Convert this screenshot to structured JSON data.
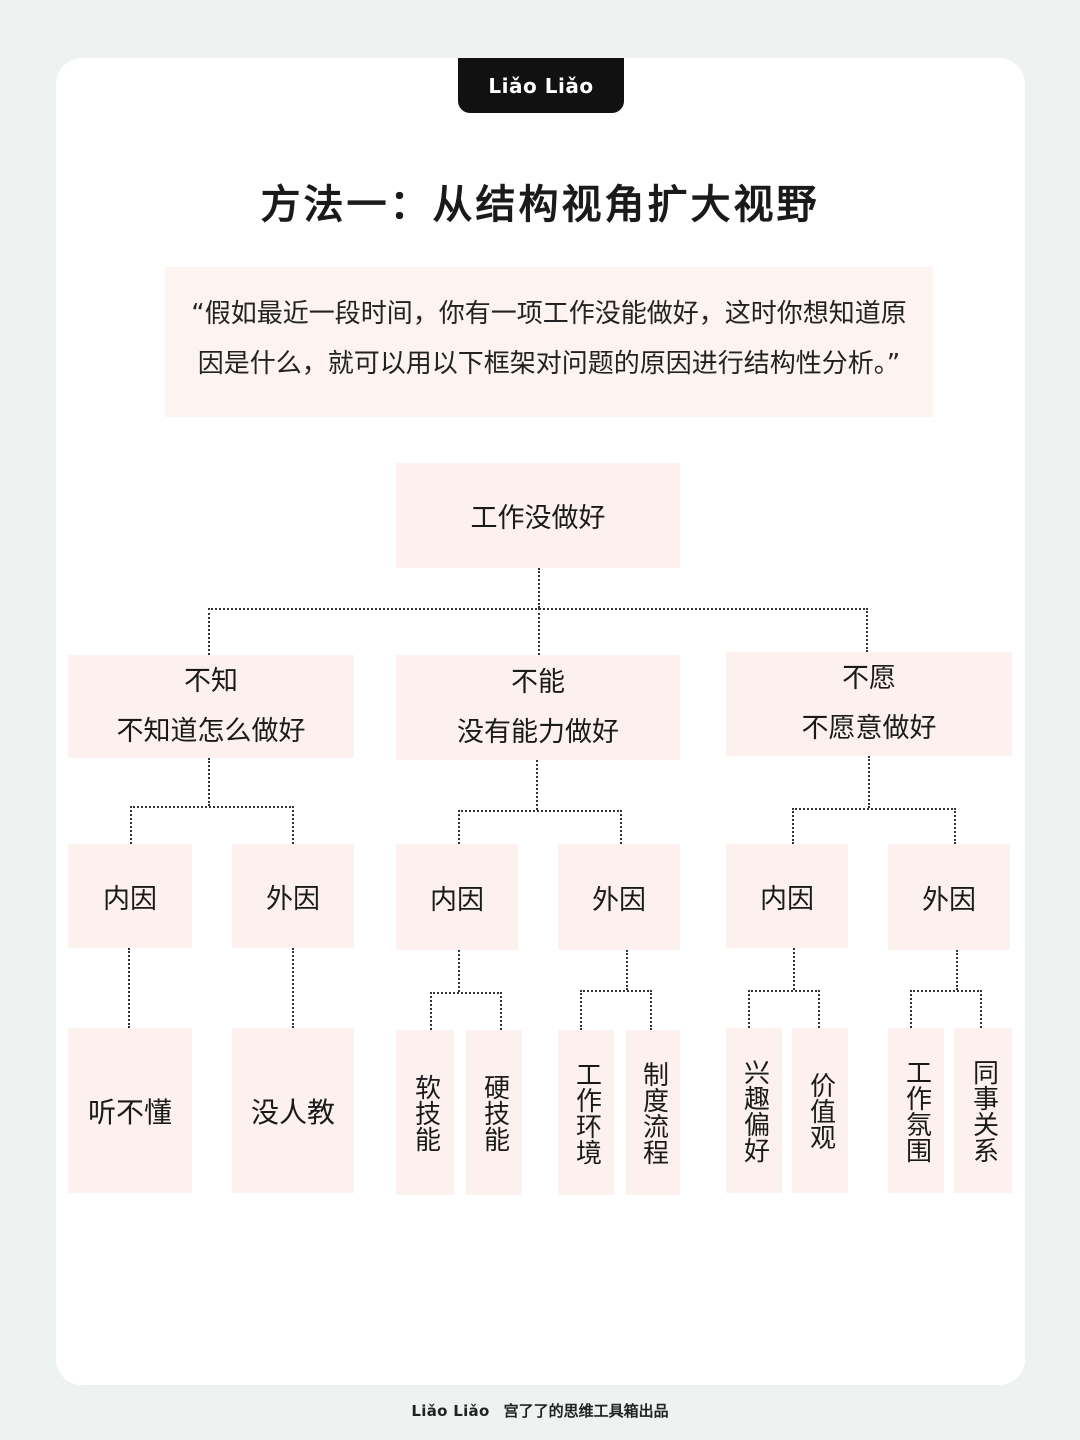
{
  "logo": "Liǎo Liǎo",
  "title": "方法一：从结构视角扩大视野",
  "intro": {
    "line1": "“假如最近一段时间，你有一项工作没能做好，这时你想知道原",
    "line2": "因是什么，就可以用以下框架对问题的原因进行结构性分析。”"
  },
  "tree": {
    "root": "工作没做好",
    "branches": [
      {
        "title": "不知",
        "subtitle": "不知道怎么做好",
        "inner": {
          "label": "内因",
          "children": [
            "听不懂"
          ]
        },
        "outer": {
          "label": "外因",
          "children": [
            "没人教"
          ]
        }
      },
      {
        "title": "不能",
        "subtitle": "没有能力做好",
        "inner": {
          "label": "内因",
          "children": [
            "软技能",
            "硬技能"
          ]
        },
        "outer": {
          "label": "外因",
          "children": [
            "工作环境",
            "制度流程"
          ]
        }
      },
      {
        "title": "不愿",
        "subtitle": "不愿意做好",
        "inner": {
          "label": "内因",
          "children": [
            "兴趣偏好",
            "价值观"
          ]
        },
        "outer": {
          "label": "外因",
          "children": [
            "工作氛围",
            "同事关系"
          ]
        }
      }
    ]
  },
  "footer": {
    "brand": "Liǎo Liǎo",
    "text": "宫了了的思维工具箱出品"
  }
}
